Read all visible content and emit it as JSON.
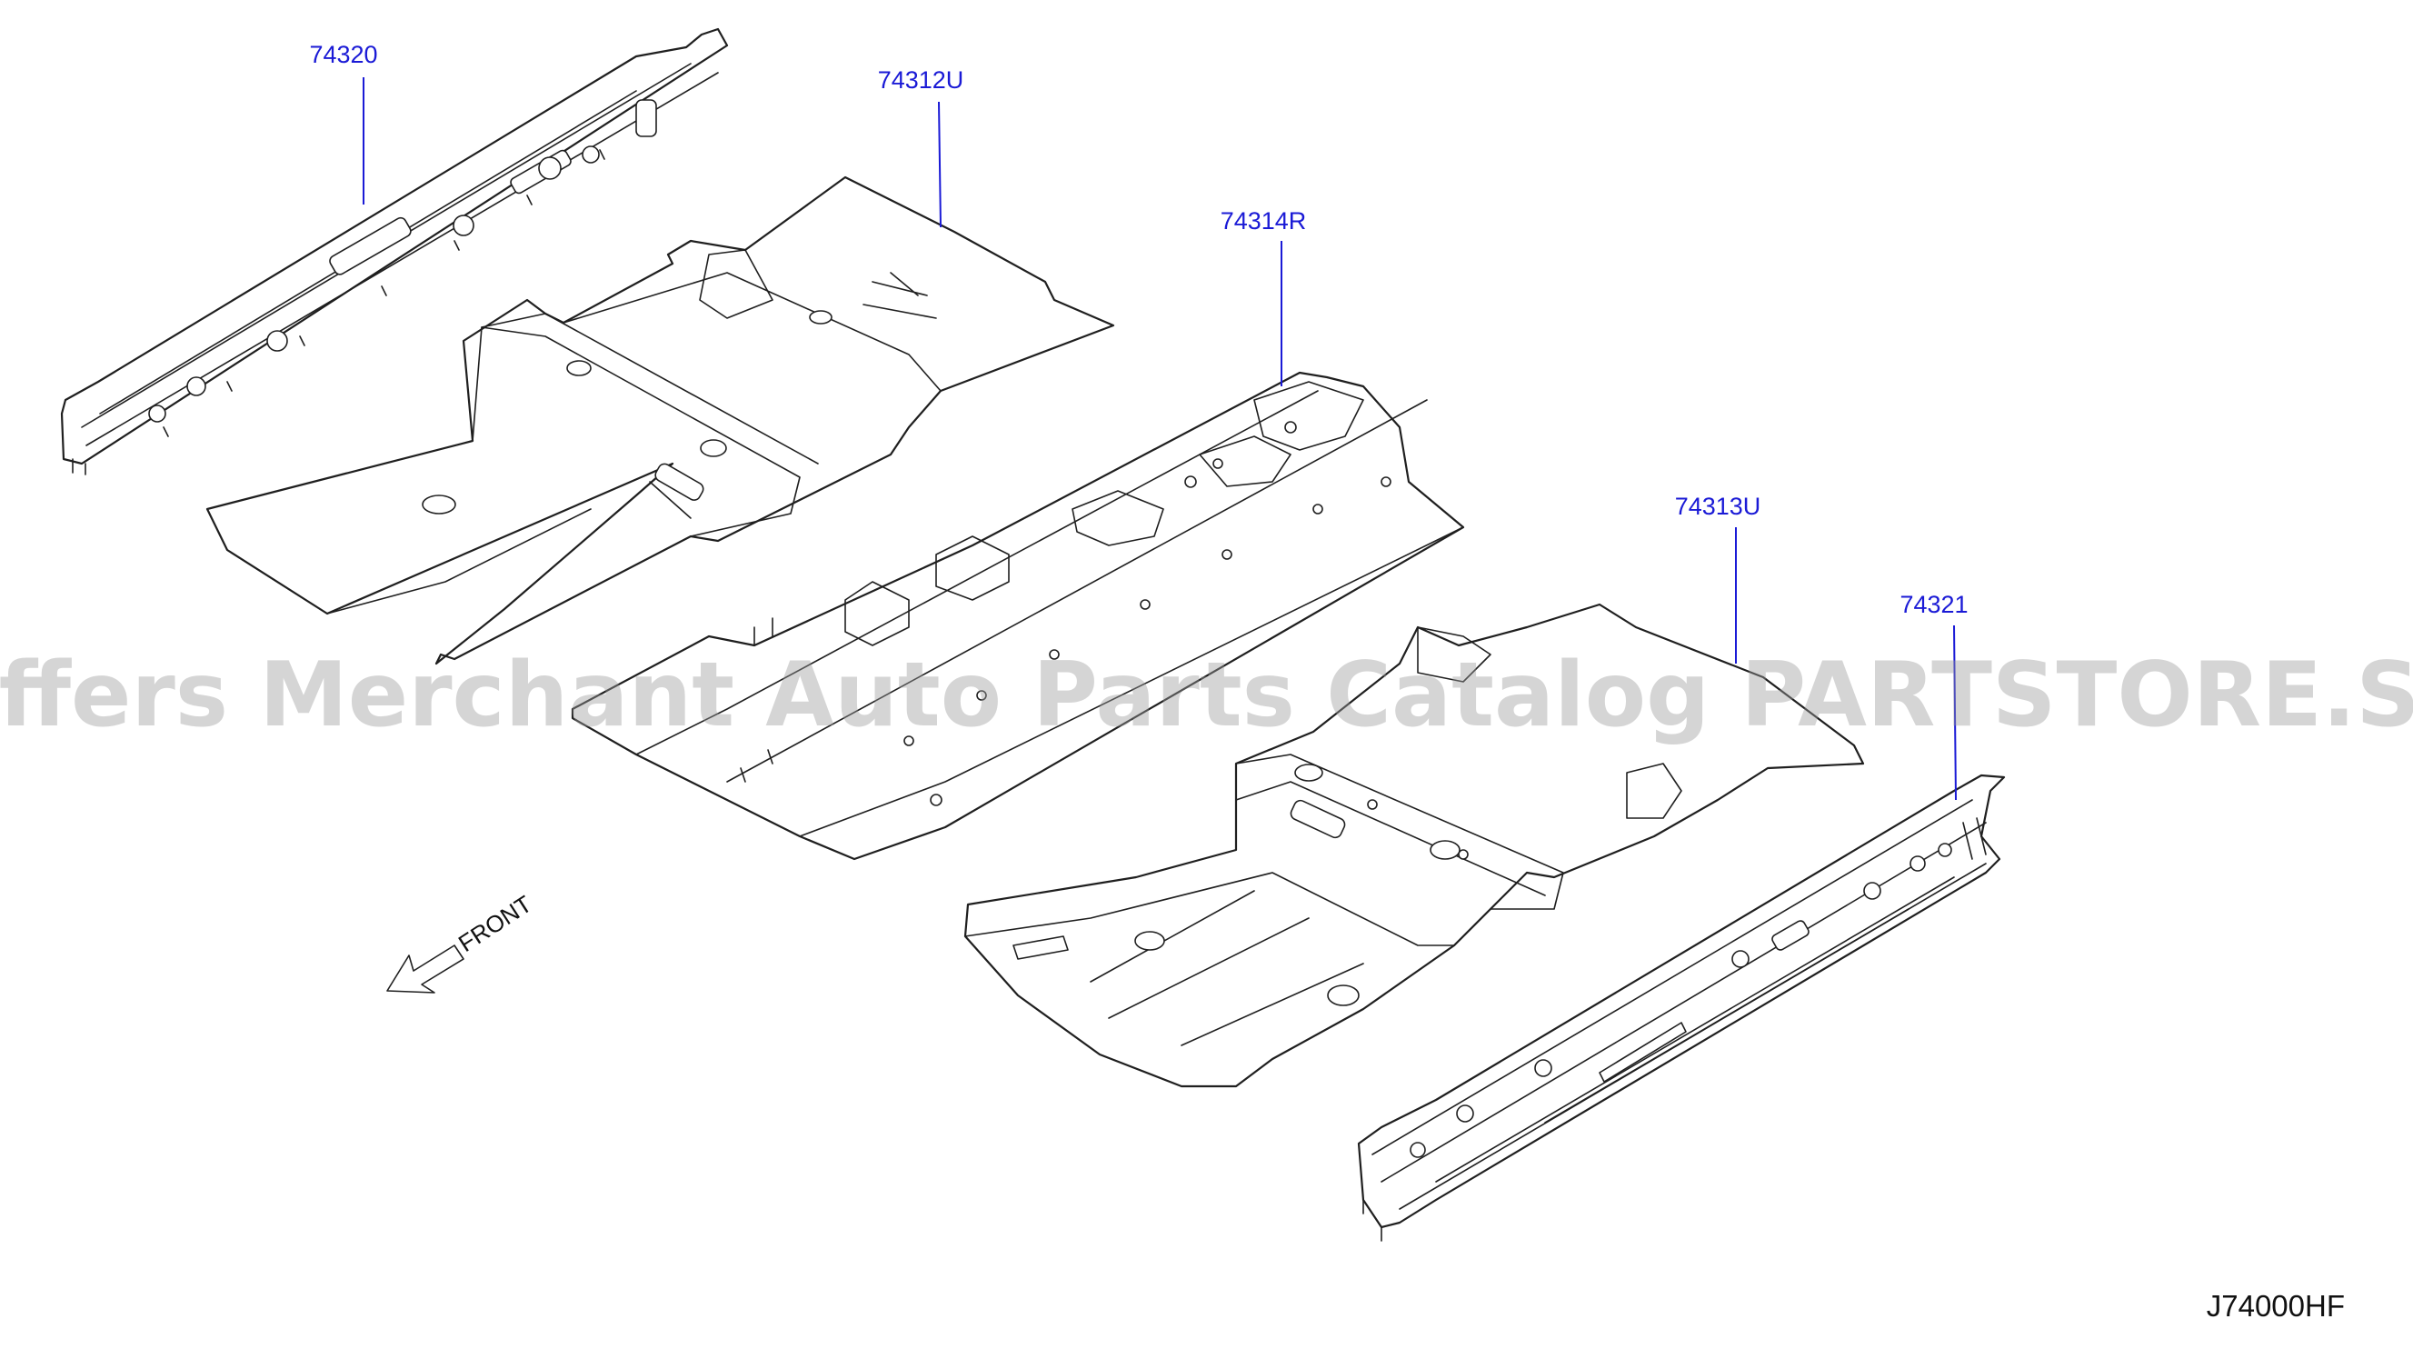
{
  "parts": [
    {
      "id": "74320"
    },
    {
      "id": "74312U"
    },
    {
      "id": "74314R"
    },
    {
      "id": "74313U"
    },
    {
      "id": "74321"
    }
  ],
  "orientation_label": "FRONT",
  "diagram_code": "J74000HF",
  "watermark": "Offers Merchant Auto Parts Catalog PARTSTORE.SA",
  "colors": {
    "label": "#1a1ad6",
    "line": "#1f1f1f",
    "watermark": "#9a9a9a"
  }
}
